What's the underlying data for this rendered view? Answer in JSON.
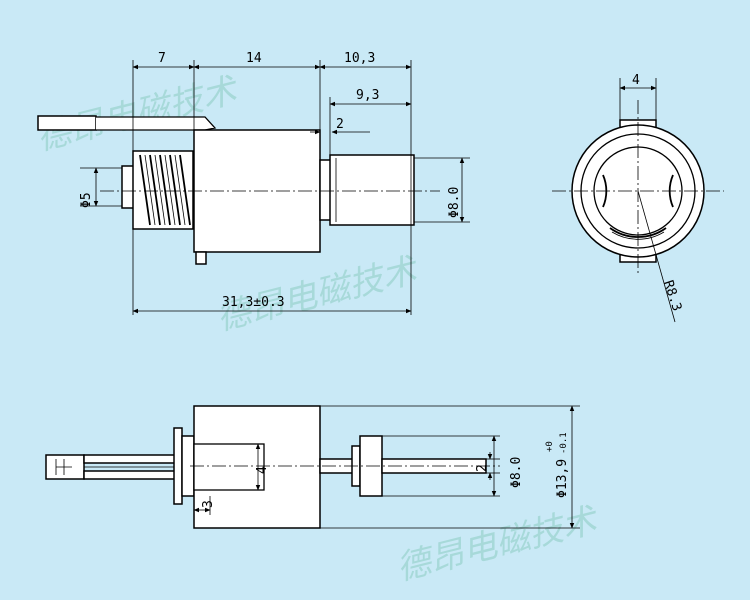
{
  "watermark": {
    "text": "德昂电磁技术",
    "color": "#9cd4d0"
  },
  "dimensions": {
    "top_len_7": "7",
    "top_len_14": "14",
    "top_len_10_3": "10,3",
    "top_len_9_3": "9,3",
    "top_gap_2": "2",
    "top_dia_5": "Φ5",
    "top_dia_8": "Φ8.0",
    "top_total": "31,3±0.3",
    "end_width_4": "4",
    "end_radius": "R8.3",
    "bottom_3": "3",
    "bottom_4": "4",
    "bottom_2": "2",
    "bottom_dia_8": "Φ8.0",
    "bottom_dia_13_main": "Φ13,9",
    "bottom_dia_13_upper": "+0",
    "bottom_dia_13_lower": "-0.1"
  },
  "colors": {
    "background": "#c9e9f6",
    "line": "#000000",
    "body_fill": "#ffffff"
  }
}
